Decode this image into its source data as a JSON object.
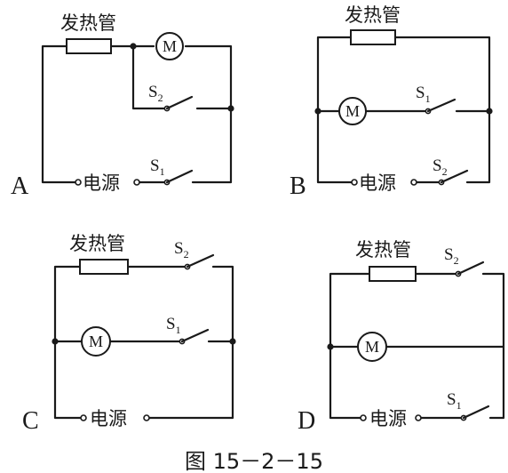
{
  "circuits": [
    {
      "letter": "A",
      "heater_label": "发热管",
      "motor_label": "M",
      "switch1": {
        "letter": "S",
        "sub": "1"
      },
      "switch2": {
        "letter": "S",
        "sub": "2"
      },
      "source_label": "电源"
    },
    {
      "letter": "B",
      "heater_label": "发热管",
      "motor_label": "M",
      "switch1": {
        "letter": "S",
        "sub": "1"
      },
      "switch2": {
        "letter": "S",
        "sub": "2"
      },
      "source_label": "电源"
    },
    {
      "letter": "C",
      "heater_label": "发热管",
      "motor_label": "M",
      "switch1": {
        "letter": "S",
        "sub": "1"
      },
      "switch2": {
        "letter": "S",
        "sub": "2"
      },
      "source_label": "电源"
    },
    {
      "letter": "D",
      "heater_label": "发热管",
      "motor_label": "M",
      "switch1": {
        "letter": "S",
        "sub": "1"
      },
      "switch2": {
        "letter": "S",
        "sub": "2"
      },
      "source_label": "电源"
    }
  ],
  "caption": "图 15－2－15"
}
